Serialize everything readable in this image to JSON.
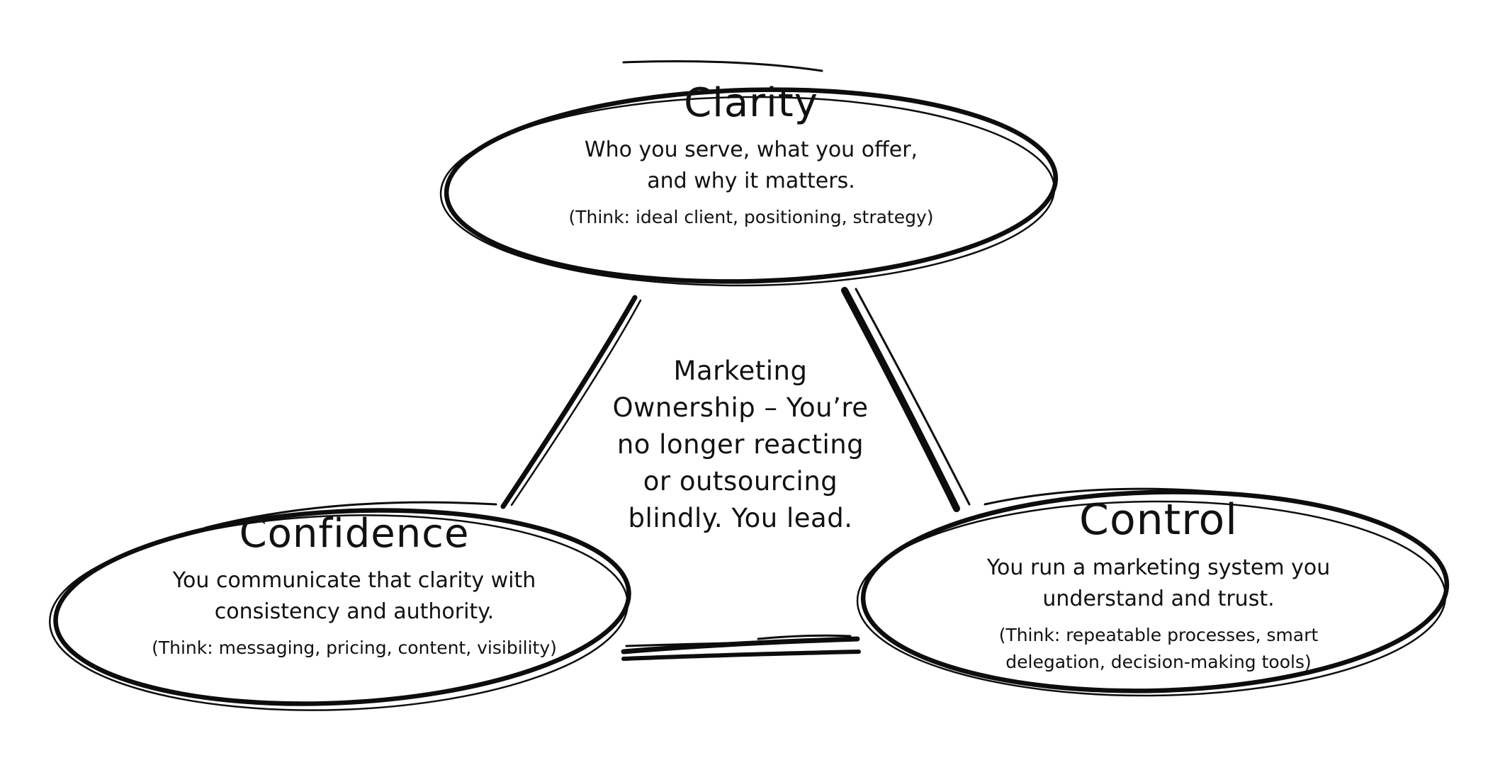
{
  "diagram": {
    "center": {
      "lines": [
        "Marketing",
        "Ownership – You’re",
        "no longer reacting",
        "or outsourcing",
        "blindly. You lead."
      ]
    },
    "nodes": {
      "clarity": {
        "title": "Clarity",
        "description_lines": [
          "Who you serve, what you offer,",
          "and why it matters."
        ],
        "note_lines": [
          "(Think: ideal client, positioning, strategy)"
        ]
      },
      "confidence": {
        "title": "Confidence",
        "description_lines": [
          "You communicate that clarity with",
          "consistency and authority."
        ],
        "note_lines": [
          "(Think: messaging, pricing, content, visibility)"
        ]
      },
      "control": {
        "title": "Control",
        "description_lines": [
          "You run a marketing system you",
          "understand and trust."
        ],
        "note_lines": [
          "(Think: repeatable processes, smart",
          "delegation, decision-making tools)"
        ]
      }
    },
    "colors": {
      "ink": "#0d0d0d",
      "background": "#ffffff"
    }
  }
}
